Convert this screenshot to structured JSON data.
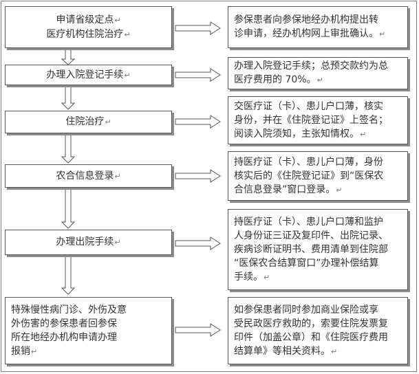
{
  "diagram": {
    "paragraph_mark": "↵",
    "steps": [
      {
        "left_lines": [
          "申请省级定点",
          "医疗机构住院治疗"
        ],
        "right_lines": [
          "参保患者向参保地经办机构提出转",
          "诊申请，经办机构网上审批确认。"
        ]
      },
      {
        "left_lines": [
          "办理入院登记手续"
        ],
        "right_lines": [
          "办理入院登记手续；总预交款约为总",
          "医疗费用的 70%。"
        ]
      },
      {
        "left_lines": [
          "住院治疗"
        ],
        "right_lines": [
          "交医疗证（卡）、患儿户口薄，核实",
          "身份，并在《住院登记证》上签名；",
          "阅读入院须知，主张知情权。"
        ]
      },
      {
        "left_lines": [
          "农合信息登录"
        ],
        "right_lines": [
          "持医疗证（卡）、患儿户口薄，身份",
          "核实后的《住院登记证》到“医保农",
          "合信息登录”窗口登录。"
        ]
      },
      {
        "left_lines": [
          "办理出院手续"
        ],
        "right_lines": [
          "持医疗证（卡）、患儿户口薄和监护",
          "人身份证三证及复印件、出院记录、",
          "疾病诊断证明书、费用清单到住院部",
          "“医保农合结算窗口”办理补偿结算",
          "手续。"
        ]
      },
      {
        "left_lines": [
          "特殊慢性病门诊、外伤及意",
          "外伤害的参保患者回参保",
          "所在地经办机构申请办理",
          "报销"
        ],
        "right_lines": [
          "如参保患者同时参加商业保险或享",
          "受民政医疗救助的，索要住院发票复",
          "印件（加盖公章）和《住院医疗费用",
          "结算单》等相关资料。"
        ]
      }
    ]
  }
}
